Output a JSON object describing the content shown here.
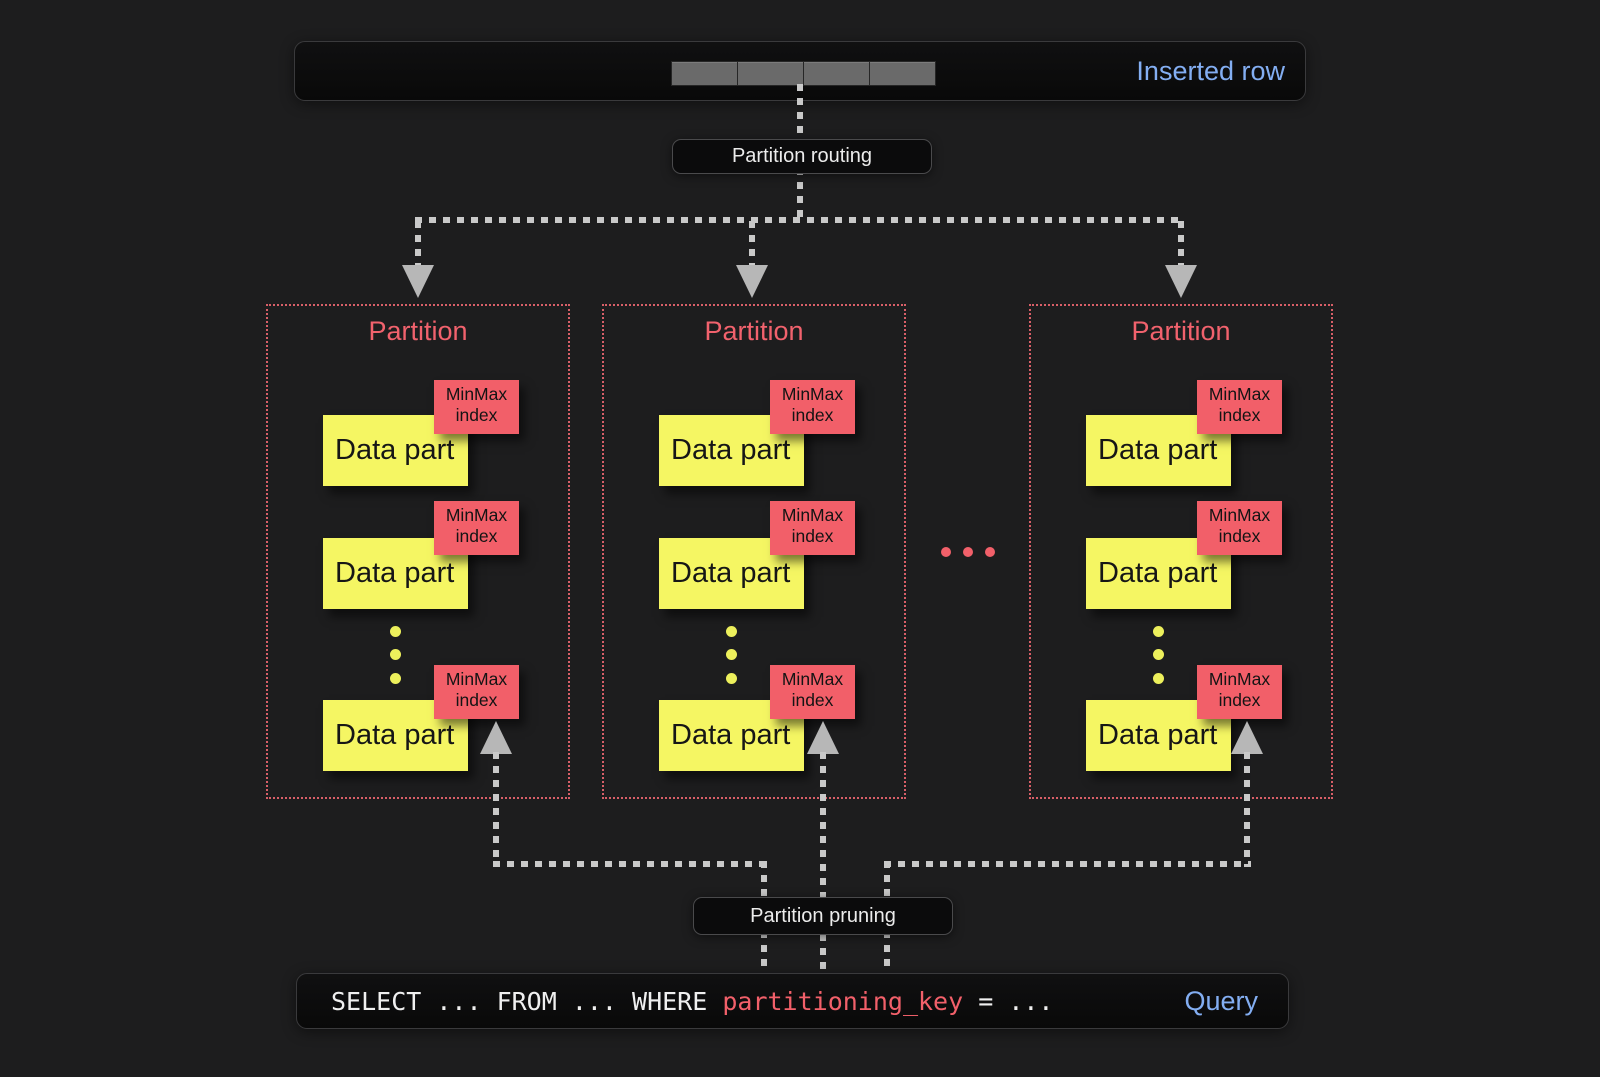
{
  "top_bar": {
    "label": "Inserted row",
    "segment_count": 4
  },
  "routing": {
    "label": "Partition routing"
  },
  "pruning": {
    "label": "Partition pruning"
  },
  "partitions": [
    {
      "title": "Partition",
      "parts": [
        {
          "label": "Data part",
          "tag": "MinMax index"
        },
        {
          "label": "Data part",
          "tag": "MinMax index"
        },
        {
          "label": "Data part",
          "tag": "MinMax index"
        }
      ]
    },
    {
      "title": "Partition",
      "parts": [
        {
          "label": "Data part",
          "tag": "MinMax index"
        },
        {
          "label": "Data part",
          "tag": "MinMax index"
        },
        {
          "label": "Data part",
          "tag": "MinMax index"
        }
      ]
    },
    {
      "title": "Partition",
      "parts": [
        {
          "label": "Data part",
          "tag": "MinMax index"
        },
        {
          "label": "Data part",
          "tag": "MinMax index"
        },
        {
          "label": "Data part",
          "tag": "MinMax index"
        }
      ]
    }
  ],
  "query_bar": {
    "sql_prefix": "SELECT ... FROM ... WHERE ",
    "sql_key": "partitioning_key",
    "sql_suffix": " = ...",
    "label": "Query"
  },
  "colors": {
    "accent_blue": "#83aef2",
    "accent_red": "#f2606a",
    "part_yellow": "#f5f663",
    "line_gray": "#c9c9c9",
    "background": "#1d1d1e"
  }
}
